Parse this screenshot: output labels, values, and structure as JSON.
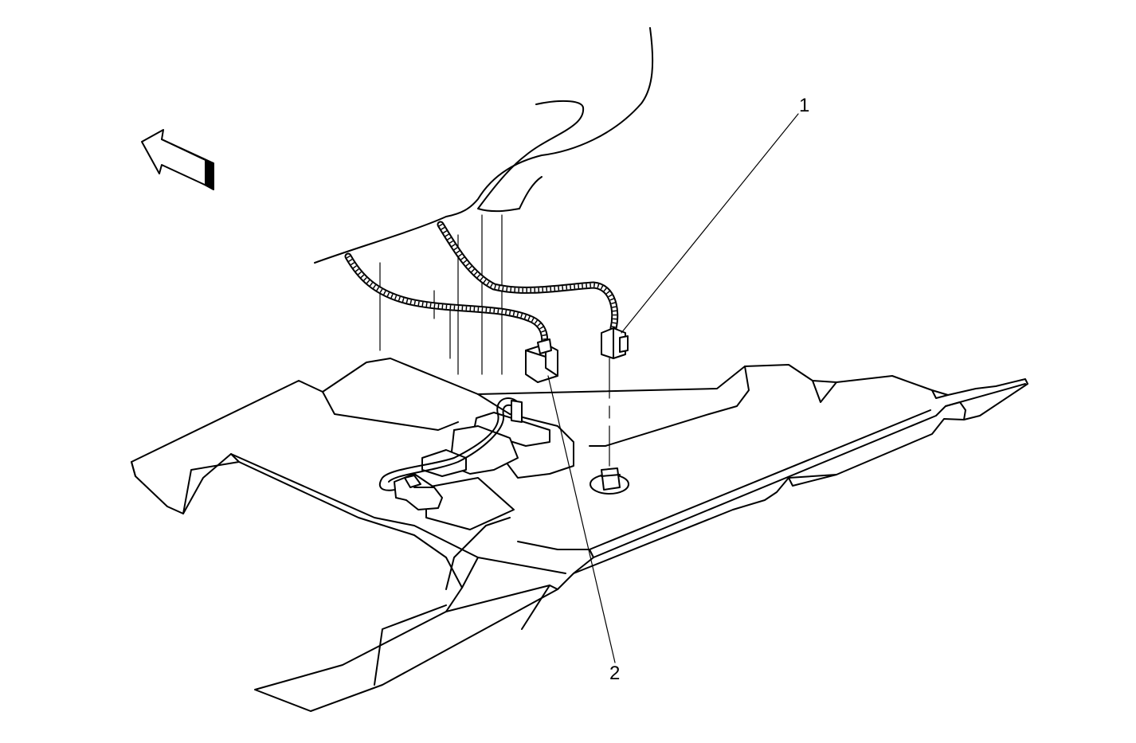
{
  "diagram": {
    "callouts": [
      {
        "id": "1",
        "label": "1"
      },
      {
        "id": "2",
        "label": "2"
      }
    ],
    "icons": {
      "direction_arrow": "forward-arrow-icon"
    },
    "colors": {
      "line": "#000000",
      "background": "#ffffff"
    }
  }
}
